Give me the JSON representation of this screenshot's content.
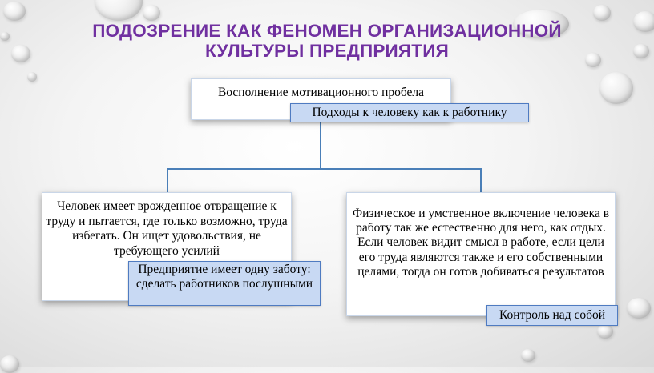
{
  "title": {
    "line1": "ПОДОЗРЕНИЕ КАК ФЕНОМЕН ОРГАНИЗАЦИОННОЙ",
    "line2": "КУЛЬТУРЫ ПРЕДПРИЯТИЯ"
  },
  "diagram": {
    "root": {
      "text": "Восполнение мотивационного пробела",
      "tag": "Подходы к человеку как к работнику"
    },
    "left": {
      "text": "Человек имеет врожденное отвращение к труду и пытается, где только возможно, труда избегать. Он ищет удовольствия, не требующего усилий",
      "tag": "Предприятие имеет одну заботу: сделать работников послушными"
    },
    "right": {
      "text": "Физическое и умственное включение человека в работу так же естественно для него, как отдых. Если человек видит смысл в работе, если цели его труда являются также и его собственными целями, тогда он готов добиваться результатов",
      "tag": "Контроль над собой"
    }
  },
  "colors": {
    "title": "#7030a0",
    "connector": "#4a7fb8",
    "tag_fill": "#c8d9f3",
    "tag_border": "#4f7bc1"
  }
}
